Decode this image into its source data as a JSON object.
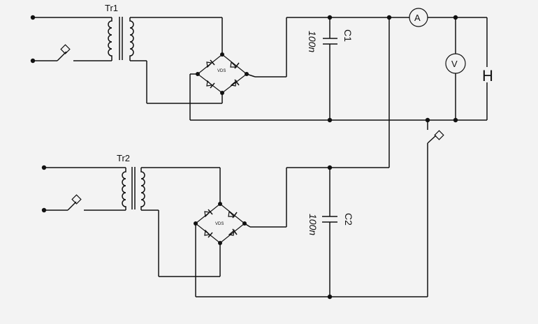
{
  "diagram": {
    "transformer_top": "Tr1",
    "transformer_bottom": "Tr2",
    "bridge_top": "VDS",
    "bridge_bottom": "VDS",
    "cap_top_name": "C1",
    "cap_top_value": "100n",
    "cap_bottom_name": "C2",
    "cap_bottom_value": "100n",
    "ammeter": "A",
    "voltmeter": "V",
    "load": "H"
  }
}
